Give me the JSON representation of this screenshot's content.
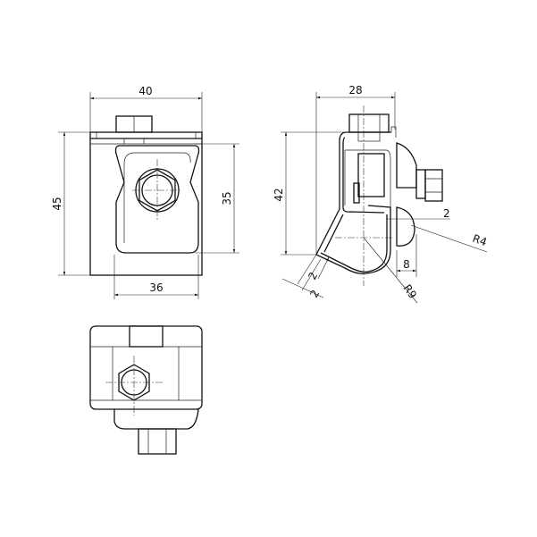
{
  "front_view": {
    "width": "40",
    "height": "45",
    "plate_height": "35",
    "plate_width": "36"
  },
  "side_view": {
    "width": "28",
    "height": "42",
    "thickness_right": "2",
    "radius_small": "R4",
    "offset": "8",
    "thickness_a": "2",
    "thickness_b": "2",
    "radius_large": "R9"
  }
}
